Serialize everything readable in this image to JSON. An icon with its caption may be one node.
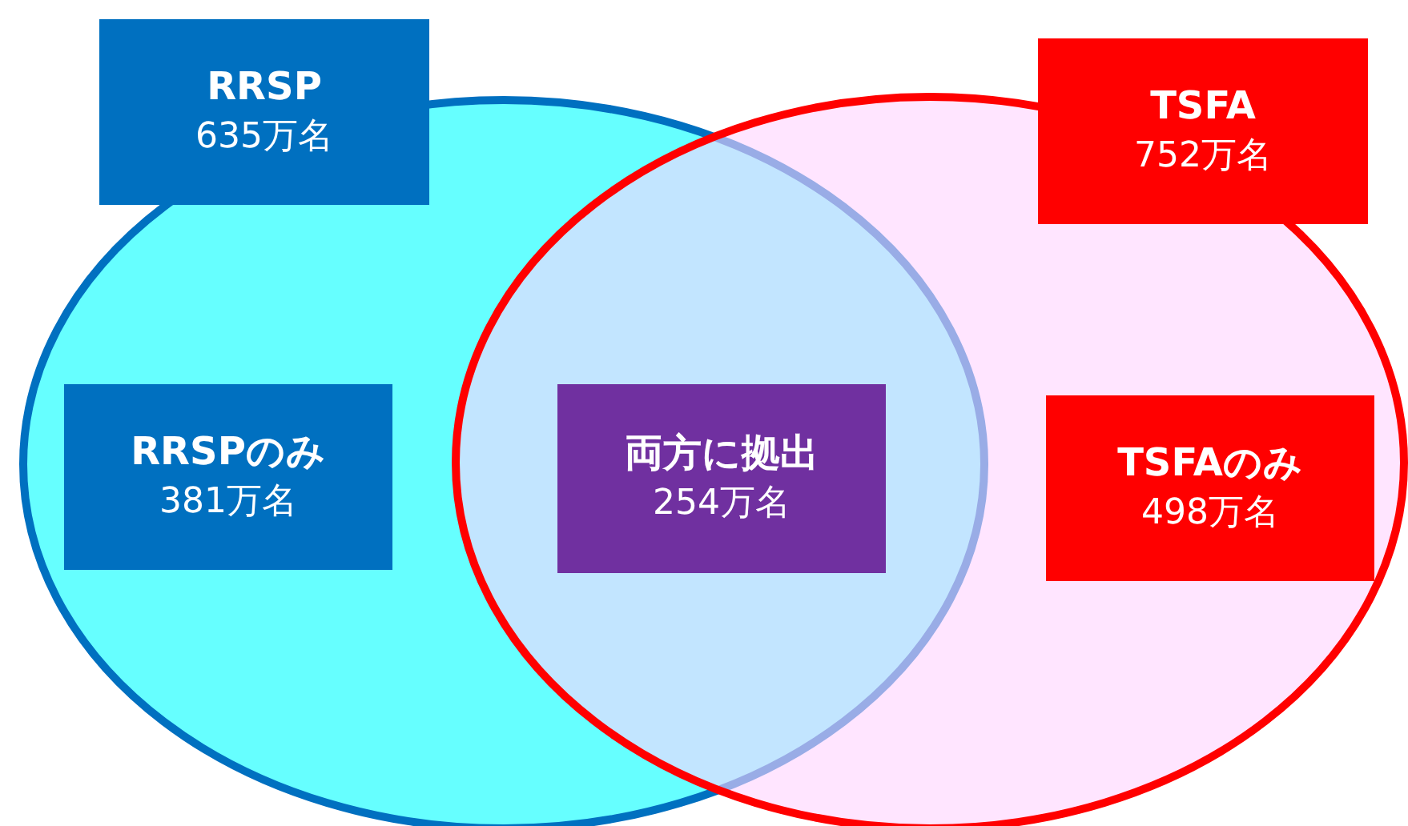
{
  "diagram": {
    "nodes": [
      {
        "text": [],
        "shape": "ellipse"
      },
      {
        "text": [
          "RRSP",
          "635万名"
        ]
      },
      {
        "text": [],
        "shape": "ellipse"
      },
      {
        "text": [
          "TSFA",
          "752万名"
        ]
      },
      {
        "text": [
          "RRSPのみ",
          "381万名"
        ],
        "in": 0
      },
      {
        "text": [
          "両方に拠出",
          "254万名"
        ]
      },
      {
        "text": [
          "TSFAのみ",
          "498万名"
        ],
        "in": 2
      }
    ],
    "edges": []
  }
}
